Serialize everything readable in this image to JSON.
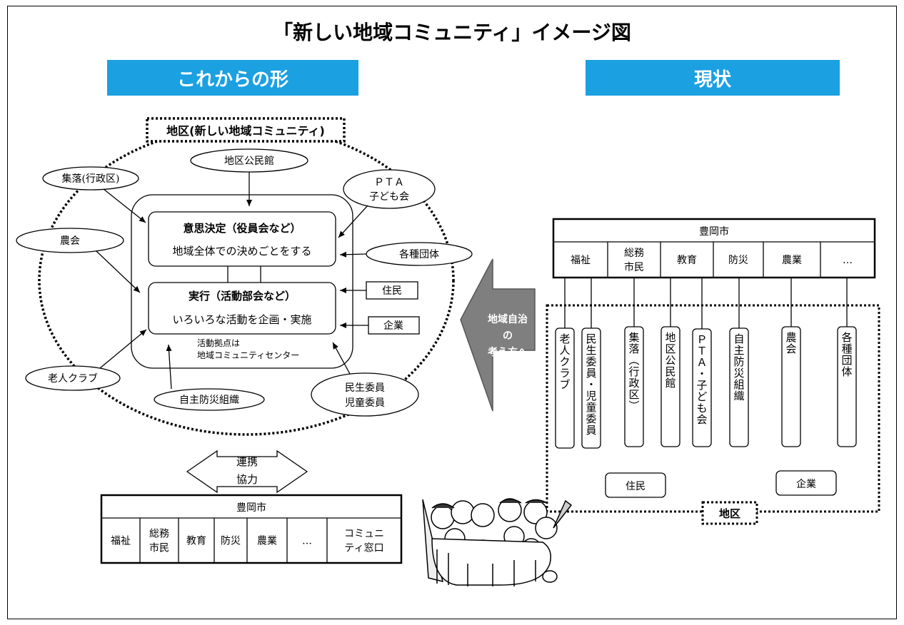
{
  "title": "「新しい地域コミュニティ」イメージ図",
  "left_header": "これからの形",
  "right_header": "現状",
  "region_label": "地区(新しい地域コミュニティ)",
  "center": {
    "decision_title": "意思決定（役員会など）",
    "decision_text": "地域全体での決めごとをする",
    "exec_title": "実行（活動部会など）",
    "exec_text": "いろいろな活動を企画・実施",
    "base_line1": "活動拠点は",
    "base_line2": "地域コミュニティセンター"
  },
  "ellipses": {
    "kouminkan": "地区公民館",
    "shuraku": "集落(行政区)",
    "pta1": "ＰＴＡ",
    "pta2": "子ども会",
    "noukai": "農会",
    "kakushu": "各種団体",
    "roujin": "老人クラブ",
    "jishu": "自主防災組織",
    "minsei1": "民生委員",
    "minsei2": "児童委員"
  },
  "boxes": {
    "jumin": "住民",
    "kigyou": "企業"
  },
  "cooperation": {
    "line1": "連携",
    "line2": "協力"
  },
  "city_left": {
    "name": "豊岡市",
    "cells": [
      "福祉",
      "総務|市民",
      "教育",
      "防災",
      "農業",
      "…",
      "コミュニ|ティ窓口"
    ]
  },
  "arrow_text": [
    "地域自治",
    "の",
    "考え方へ"
  ],
  "city_right": {
    "name": "豊岡市",
    "cells": [
      "福祉",
      "総務|市民",
      "教育",
      "防災",
      "農業",
      "…"
    ]
  },
  "current_orgs": [
    "老人クラブ",
    "民生委員・児童委員",
    "集落(行政区)",
    "地区公民館",
    "ＰＴＡ・子ども会",
    "自主防災組織",
    "農会",
    "各種団体"
  ],
  "current_boxes": {
    "jumin": "住民",
    "kigyou": "企業"
  },
  "district_label": "地区",
  "colors": {
    "header_blue": "#1ba0e2",
    "arrow_gray": "#7f7f7f"
  }
}
